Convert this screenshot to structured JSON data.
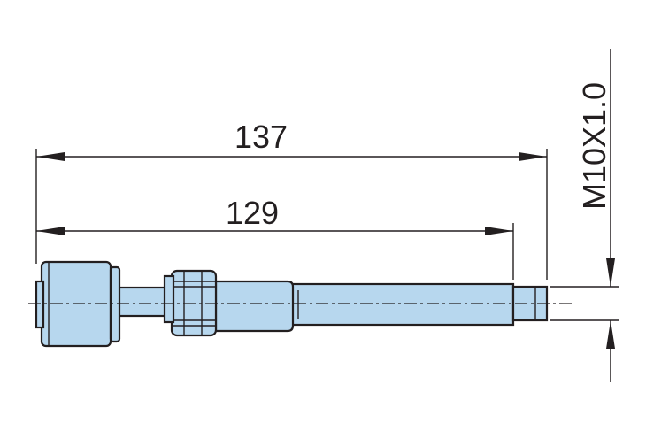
{
  "drawing": {
    "dimension_overall": "137",
    "dimension_body": "129",
    "thread_spec": "M10X1.0",
    "part_fill_color": "#b7d7ee",
    "line_color": "#231f20"
  }
}
